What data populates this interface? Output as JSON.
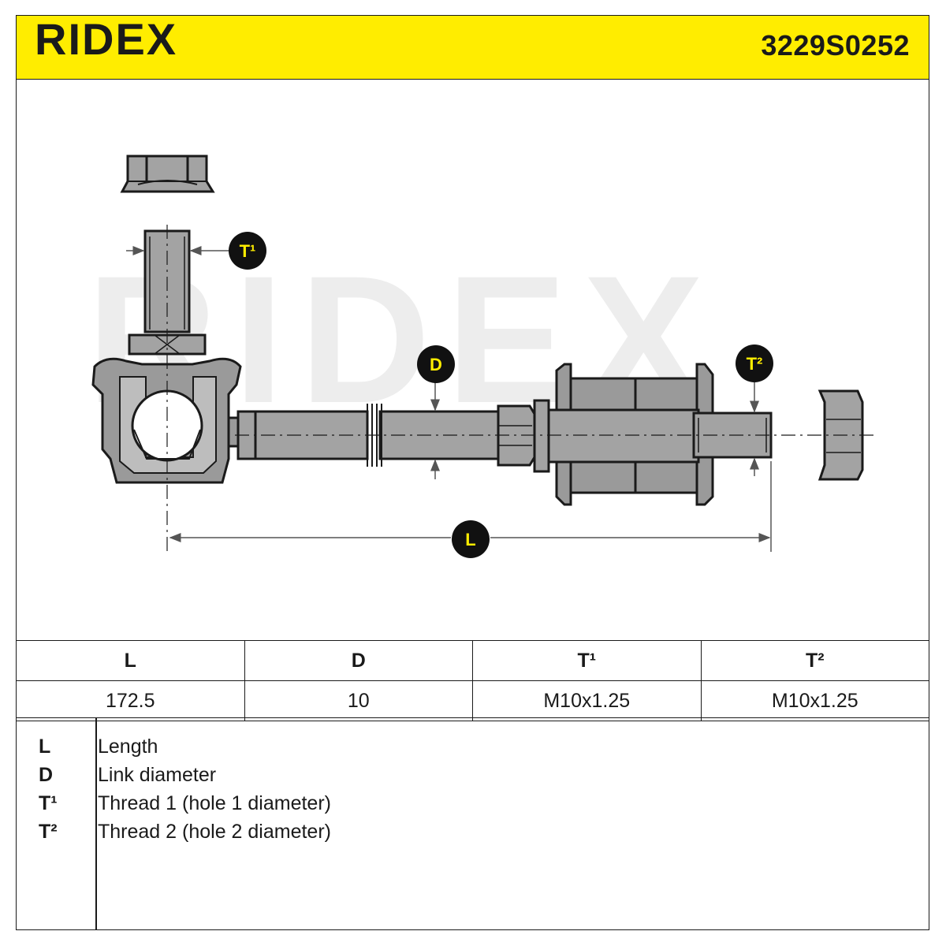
{
  "header": {
    "brand": "RIDEX",
    "part_number": "3229S0252"
  },
  "colors": {
    "brand_yellow": "#ffed00",
    "ink": "#1a1a1a",
    "part_fill": "#9a9a9a",
    "watermark": "#ededed"
  },
  "drawing": {
    "watermark": "RIDEX",
    "labels": {
      "t1": "T¹",
      "d": "D",
      "t2": "T²",
      "l": "L"
    }
  },
  "spec_table": {
    "headers": [
      "L",
      "D",
      "T¹",
      "T²"
    ],
    "values": [
      "172.5",
      "10",
      "M10x1.25",
      "M10x1.25"
    ]
  },
  "legend": [
    {
      "key": "L",
      "description": "Length"
    },
    {
      "key": "D",
      "description": "Link diameter"
    },
    {
      "key": "T¹",
      "description": "Thread 1 (hole 1 diameter)"
    },
    {
      "key": "T²",
      "description": "Thread 2 (hole 2 diameter)"
    }
  ]
}
